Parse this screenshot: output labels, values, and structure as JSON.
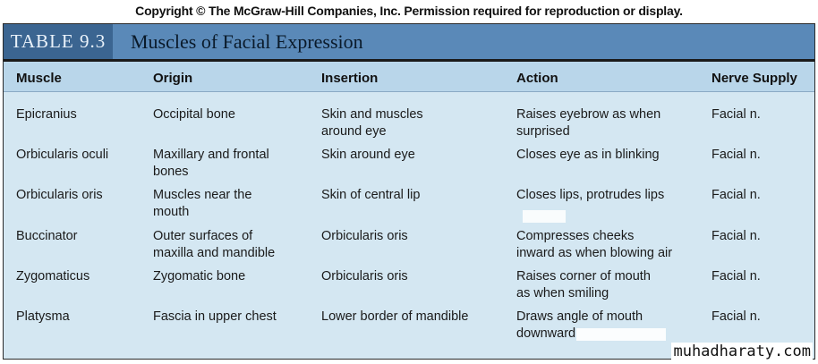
{
  "copyright": "Copyright © The McGraw-Hill Companies, Inc. Permission required for reproduction or display.",
  "table": {
    "number": "TABLE 9.3",
    "title": "Muscles of Facial Expression",
    "headers": [
      "Muscle",
      "Origin",
      "Insertion",
      "Action",
      "Nerve Supply"
    ],
    "rows": [
      [
        "Epicranius",
        [
          "Occipital bone"
        ],
        [
          "Skin and muscles",
          "around eye"
        ],
        [
          "Raises eyebrow as when",
          "surprised"
        ],
        "Facial n."
      ],
      [
        "Orbicularis oculi",
        [
          "Maxillary and frontal",
          "bones"
        ],
        [
          "Skin around eye"
        ],
        [
          "Closes eye as in blinking"
        ],
        "Facial n."
      ],
      [
        "Orbicularis oris",
        [
          "Muscles near the",
          "mouth"
        ],
        [
          "Skin of central lip"
        ],
        [
          "Closes lips, protrudes lips"
        ],
        "Facial n."
      ],
      [
        "Buccinator",
        [
          "Outer surfaces of",
          "maxilla and mandible"
        ],
        [
          "Orbicularis oris"
        ],
        [
          "Compresses cheeks",
          "inward as when blowing air"
        ],
        "Facial n."
      ],
      [
        "Zygomaticus",
        [
          "Zygomatic bone"
        ],
        [
          "Orbicularis oris"
        ],
        [
          "Raises corner of mouth",
          "as when smiling"
        ],
        "Facial n."
      ],
      [
        "Platysma",
        [
          "Fascia in upper chest"
        ],
        [
          "Lower border of mandible"
        ],
        [
          "Draws angle of mouth",
          "downward"
        ],
        "Facial n."
      ]
    ]
  },
  "watermark": "muhadharaty.com",
  "colors": {
    "title_bar": "#5a89b8",
    "table_number_box": "#3b6591",
    "header_row": "#b9d6ea",
    "body": "#d4e7f2"
  }
}
